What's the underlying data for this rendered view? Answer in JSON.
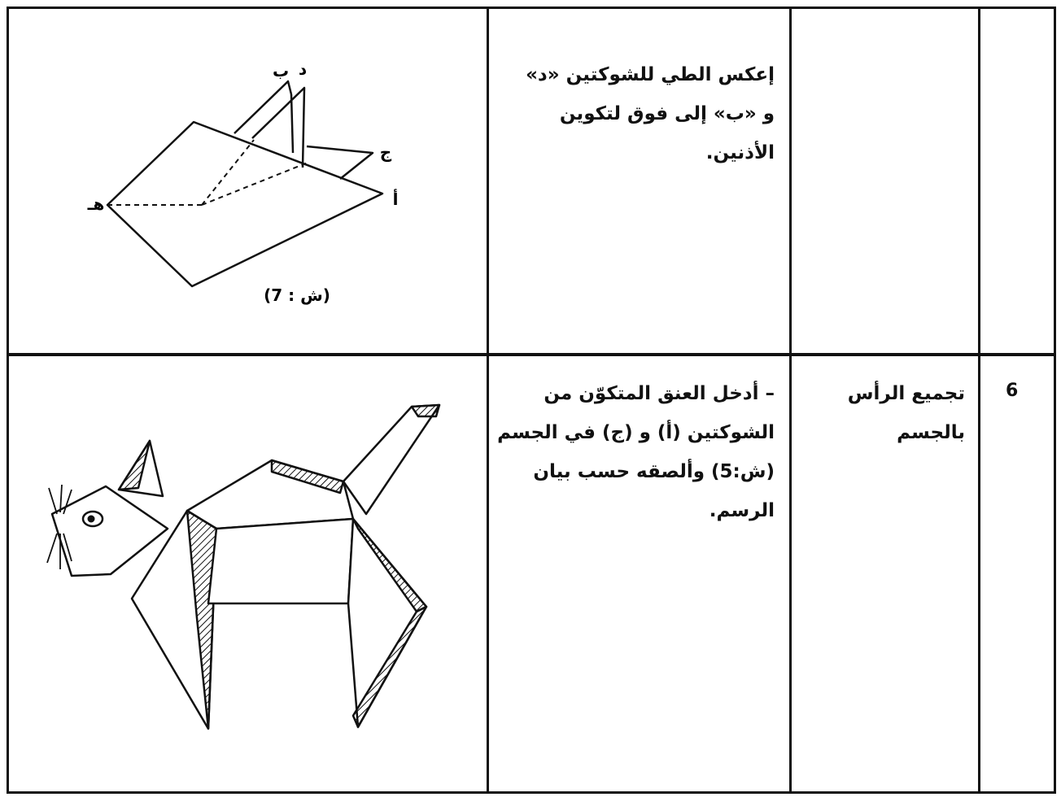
{
  "table": {
    "rows": [
      {
        "number": "",
        "step": "",
        "instruction": "إعكس الطي للشوكتين «د»\nو «ب» إلى فوق لتكوين\nالأذنين.",
        "figure": {
          "labels": {
            "d": "د",
            "b": "ب",
            "j": "ج",
            "a": "أ",
            "h": "هـ"
          },
          "caption": "(ش : 7)"
        }
      },
      {
        "number": "6",
        "step": "تجميع الرأس\nبالجسم",
        "instruction": "– أدخل العنق المتكوّن من\nالشوكتين (أ) و (ج) في الجسم\n(ش:5) وألصقه حسب بيان\nالرسم.",
        "figure": {
          "caption": ""
        }
      }
    ]
  }
}
